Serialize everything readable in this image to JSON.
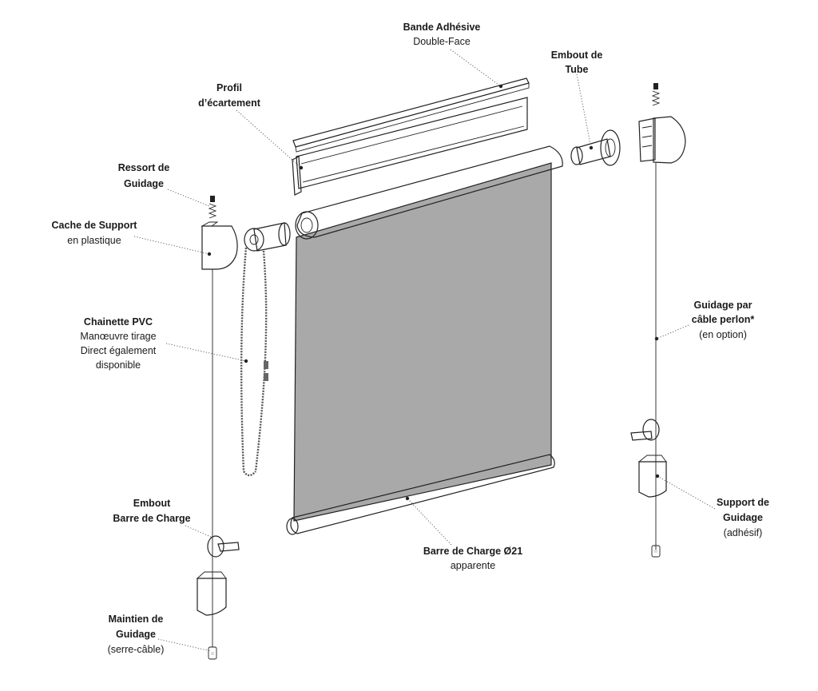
{
  "labels": {
    "bande_adhesive": {
      "title": "Bande Adhésive",
      "sub": "Double-Face"
    },
    "profil": {
      "line1": "Profil",
      "line2": "d’écartement"
    },
    "embout_tube": {
      "line1": "Embout de",
      "line2": "Tube"
    },
    "ressort": {
      "line1": "Ressort de",
      "line2": "Guidage"
    },
    "cache_support": {
      "title": "Cache de Support",
      "sub": "en plastique"
    },
    "chainette": {
      "title": "Chainette PVC",
      "sub1": "Manœuvre tirage",
      "sub2": "Direct également",
      "sub3": "disponible"
    },
    "guidage_cable": {
      "line1": "Guidage par",
      "line2": "câble perlon*",
      "sub": "(en option)"
    },
    "embout_barre": {
      "line1": "Embout",
      "line2": "Barre de Charge"
    },
    "support_guidage": {
      "line1": "Support de",
      "line2": "Guidage",
      "sub": "(adhésif)"
    },
    "barre_charge": {
      "title": "Barre de Charge Ø21",
      "sub": "apparente"
    },
    "maintien": {
      "line1": "Maintien de",
      "line2": "Guidage",
      "sub": "(serre-câble)"
    }
  },
  "colors": {
    "fabric": "#a9a9a9",
    "line": "#222222",
    "part_fill": "#f2f2f2"
  }
}
